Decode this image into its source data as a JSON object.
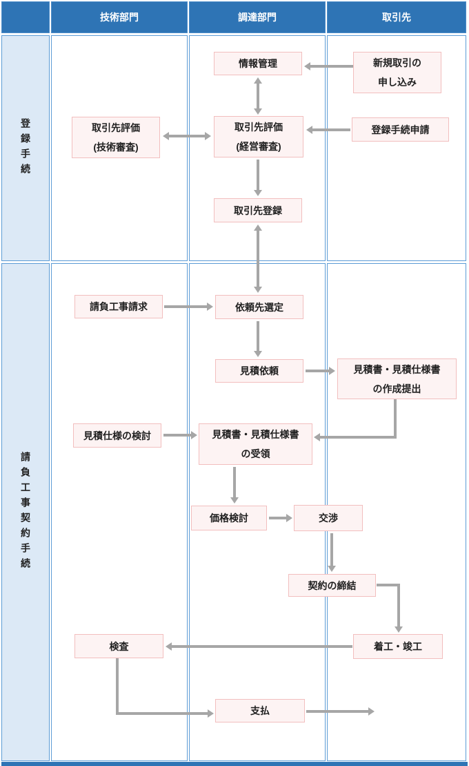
{
  "columns": [
    {
      "label": "技術部門"
    },
    {
      "label": "調達部門"
    },
    {
      "label": "取引先"
    }
  ],
  "rows": [
    {
      "label": "登録手続"
    },
    {
      "label": "請負工事契約手続"
    }
  ],
  "nodes": {
    "info_mgmt": {
      "label": "情報管理"
    },
    "new_transaction": {
      "label": "新規取引の\n申し込み"
    },
    "eval_tech": {
      "label": "取引先評価\n(技術審査)"
    },
    "eval_mgmt": {
      "label": "取引先評価\n(経営審査)"
    },
    "reg_application": {
      "label": "登録手続申請"
    },
    "supplier_reg": {
      "label": "取引先登録"
    },
    "work_request": {
      "label": "請負工事請求"
    },
    "selection": {
      "label": "依頼先選定"
    },
    "quote_request": {
      "label": "見積依頼"
    },
    "quote_prep": {
      "label": "見積書・見積仕様書\nの作成提出"
    },
    "spec_review": {
      "label": "見積仕様の検討"
    },
    "quote_receipt": {
      "label": "見積書・見積仕様書\nの受領"
    },
    "price_review": {
      "label": "価格検討"
    },
    "negotiation": {
      "label": "交渉"
    },
    "contract": {
      "label": "契約の締結"
    },
    "construction": {
      "label": "着工・竣工"
    },
    "inspection": {
      "label": "検査"
    },
    "payment": {
      "label": "支払"
    }
  },
  "edges": [
    {
      "from": "新規取引の申し込み",
      "to": "情報管理",
      "style": "arrow"
    },
    {
      "from": "情報管理",
      "to": "取引先評価(経営審査)",
      "style": "double-arrow"
    },
    {
      "from": "取引先評価(技術審査)",
      "to": "取引先評価(経営審査)",
      "style": "double-arrow"
    },
    {
      "from": "登録手続申請",
      "to": "取引先評価(経営審査)",
      "style": "arrow"
    },
    {
      "from": "取引先評価(経営審査)",
      "to": "取引先登録",
      "style": "arrow"
    },
    {
      "from": "取引先登録",
      "to": "依頼先選定",
      "style": "double-arrow"
    },
    {
      "from": "請負工事請求",
      "to": "依頼先選定",
      "style": "arrow"
    },
    {
      "from": "依頼先選定",
      "to": "見積依頼",
      "style": "arrow"
    },
    {
      "from": "見積依頼",
      "to": "見積書・見積仕様書の作成提出",
      "style": "arrow"
    },
    {
      "from": "見積書・見積仕様書の作成提出",
      "to": "見積書・見積仕様書の受領",
      "style": "elbow-arrow"
    },
    {
      "from": "見積仕様の検討",
      "to": "見積書・見積仕様書の受領",
      "style": "arrow"
    },
    {
      "from": "見積書・見積仕様書の受領",
      "to": "価格検討",
      "style": "arrow"
    },
    {
      "from": "価格検討",
      "to": "交渉",
      "style": "arrow"
    },
    {
      "from": "交渉",
      "to": "契約の締結",
      "style": "arrow"
    },
    {
      "from": "契約の締結",
      "to": "着工・竣工",
      "style": "elbow-arrow"
    },
    {
      "from": "着工・竣工",
      "to": "検査",
      "style": "arrow"
    },
    {
      "from": "検査",
      "to": "支払",
      "style": "elbow-arrow"
    },
    {
      "from": "支払",
      "to": "",
      "style": "arrow-out-right"
    }
  ],
  "colors": {
    "header_fill": "#2E74B5",
    "header_text": "#FFFFFF",
    "sidebar_fill": "#DCE9F6",
    "grid_line": "#5B9BD5",
    "node_fill": "#FDF3F3",
    "node_border": "#F2BEBE",
    "arrow": "#A6A6A6",
    "text": "#1F1F1F"
  }
}
